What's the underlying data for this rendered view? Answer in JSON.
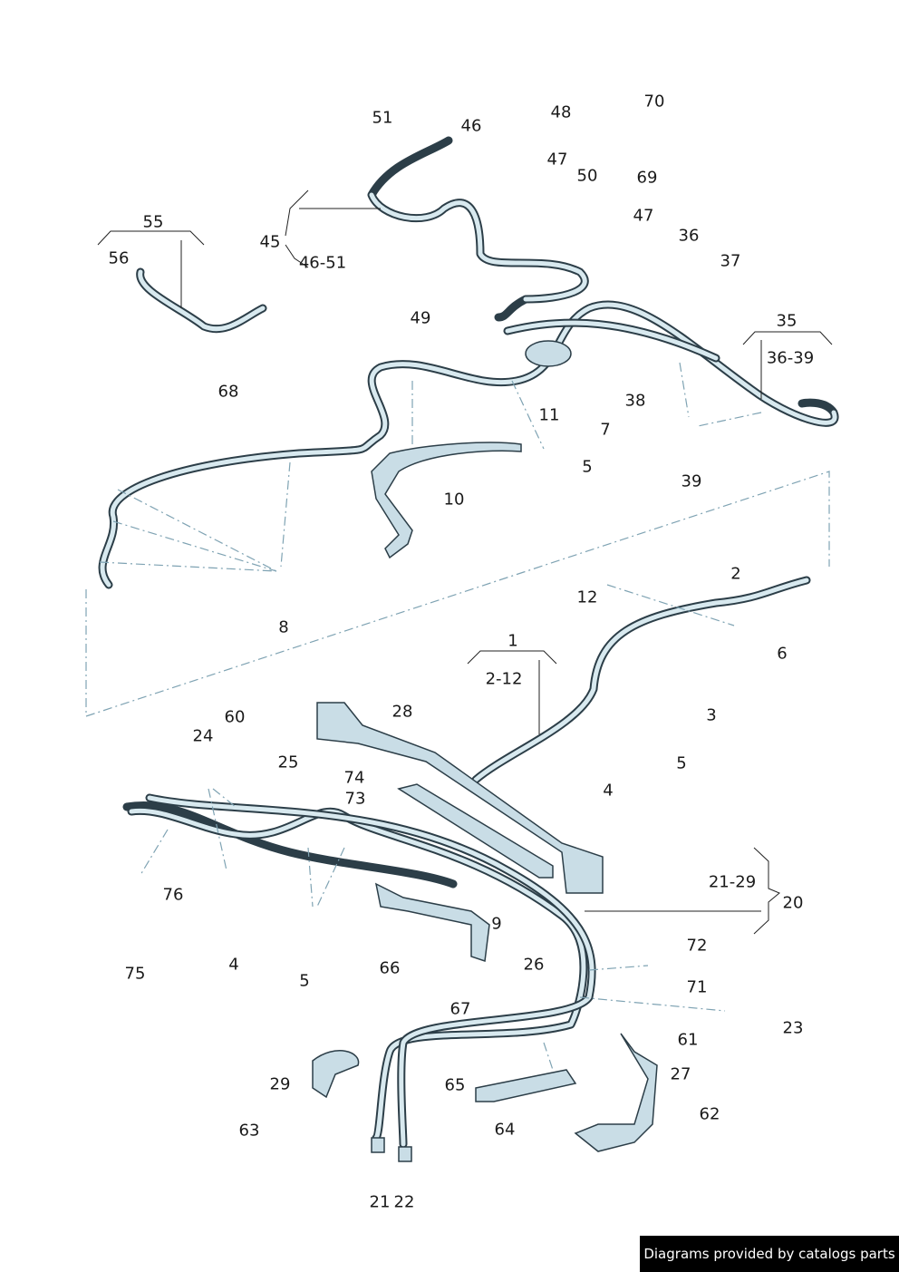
{
  "labels": [
    {
      "id": "51",
      "text": "51"
    },
    {
      "id": "46a",
      "text": "46"
    },
    {
      "id": "48",
      "text": "48"
    },
    {
      "id": "70",
      "text": "70"
    },
    {
      "id": "69",
      "text": "69"
    },
    {
      "id": "47a",
      "text": "47"
    },
    {
      "id": "50",
      "text": "50"
    },
    {
      "id": "47b",
      "text": "47"
    },
    {
      "id": "36",
      "text": "36"
    },
    {
      "id": "37",
      "text": "37"
    },
    {
      "id": "55",
      "text": "55"
    },
    {
      "id": "56",
      "text": "56"
    },
    {
      "id": "45",
      "text": "45"
    },
    {
      "id": "46-51",
      "text": "46-51"
    },
    {
      "id": "49",
      "text": "49"
    },
    {
      "id": "35",
      "text": "35"
    },
    {
      "id": "36-39",
      "text": "36-39"
    },
    {
      "id": "68",
      "text": "68"
    },
    {
      "id": "11",
      "text": "11"
    },
    {
      "id": "7",
      "text": "7"
    },
    {
      "id": "38",
      "text": "38"
    },
    {
      "id": "5a",
      "text": "5"
    },
    {
      "id": "39",
      "text": "39"
    },
    {
      "id": "10",
      "text": "10"
    },
    {
      "id": "8",
      "text": "8"
    },
    {
      "id": "2",
      "text": "2"
    },
    {
      "id": "12",
      "text": "12"
    },
    {
      "id": "6",
      "text": "6"
    },
    {
      "id": "1",
      "text": "1"
    },
    {
      "id": "2-12",
      "text": "2-12"
    },
    {
      "id": "28",
      "text": "28"
    },
    {
      "id": "3",
      "text": "3"
    },
    {
      "id": "60",
      "text": "60"
    },
    {
      "id": "24",
      "text": "24"
    },
    {
      "id": "25",
      "text": "25"
    },
    {
      "id": "5b",
      "text": "5"
    },
    {
      "id": "74",
      "text": "74"
    },
    {
      "id": "73",
      "text": "73"
    },
    {
      "id": "4a",
      "text": "4"
    },
    {
      "id": "21-29",
      "text": "21-29"
    },
    {
      "id": "20",
      "text": "20"
    },
    {
      "id": "76",
      "text": "76"
    },
    {
      "id": "9",
      "text": "9"
    },
    {
      "id": "72",
      "text": "72"
    },
    {
      "id": "4b",
      "text": "4"
    },
    {
      "id": "75",
      "text": "75"
    },
    {
      "id": "5c",
      "text": "5"
    },
    {
      "id": "66",
      "text": "66"
    },
    {
      "id": "26",
      "text": "26"
    },
    {
      "id": "71",
      "text": "71"
    },
    {
      "id": "67",
      "text": "67"
    },
    {
      "id": "23",
      "text": "23"
    },
    {
      "id": "61",
      "text": "61"
    },
    {
      "id": "27",
      "text": "27"
    },
    {
      "id": "29",
      "text": "29"
    },
    {
      "id": "65",
      "text": "65"
    },
    {
      "id": "62",
      "text": "62"
    },
    {
      "id": "63",
      "text": "63"
    },
    {
      "id": "64",
      "text": "64"
    },
    {
      "id": "21",
      "text": "21"
    },
    {
      "id": "22",
      "text": "22"
    }
  ],
  "footer": "Diagrams provided by catalogs parts"
}
